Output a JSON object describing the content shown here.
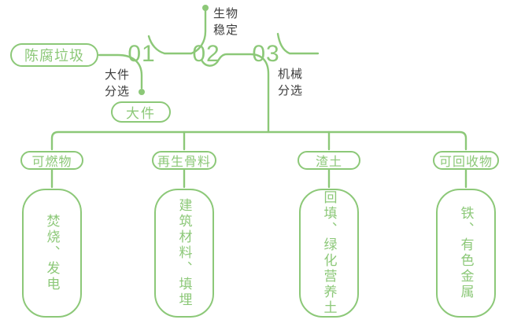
{
  "colors": {
    "green": "#8cc878",
    "label_text": "#3c3c3c",
    "background": "#ffffff"
  },
  "flow": {
    "source_label": "陈腐垃圾",
    "steps": [
      {
        "num": "01",
        "label": "大件\n分选",
        "output": "大件"
      },
      {
        "num": "02",
        "label": "生物\n稳定"
      },
      {
        "num": "03",
        "label": "机械\n分选"
      }
    ],
    "branches": [
      {
        "category": "可燃物",
        "detail": "焚烧、发电"
      },
      {
        "category": "再生骨料",
        "detail": "建筑材料、填埋"
      },
      {
        "category": "渣土",
        "detail": "回填、绿化营养土"
      },
      {
        "category": "可回收物",
        "detail": "铁、有色金属"
      }
    ]
  }
}
